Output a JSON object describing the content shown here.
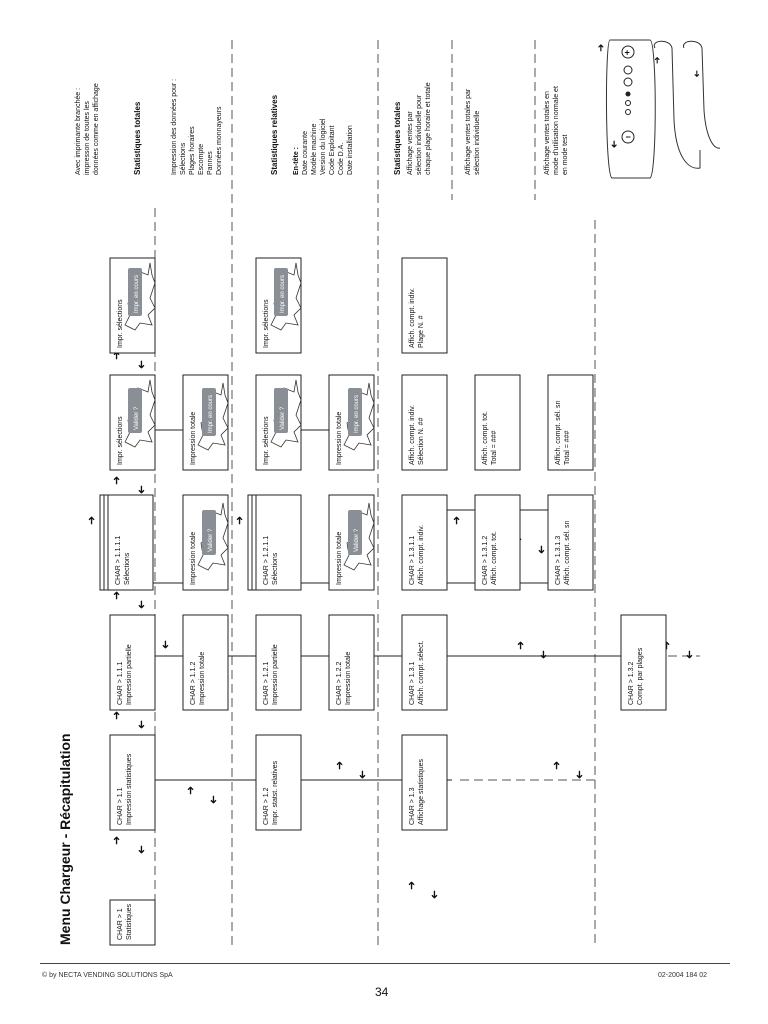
{
  "page": {
    "title": "Menu Chargeur - Récapitulation",
    "copyright": "© by NECTA VENDING SOLUTIONS SpA",
    "doc_ref": "02-2004 184 02",
    "page_number": "34"
  },
  "boxes": {
    "char1": {
      "l1": "CHAR > 1",
      "l2": "Statistiques"
    },
    "char11": {
      "l1": "CHAR > 1.1",
      "l2": "Impression statistiques"
    },
    "char111": {
      "l1": "CHAR > 1.1.1",
      "l2": "Impression partielle"
    },
    "char1111": {
      "l1": "CHAR > 1.1.1.1",
      "l2": "Sélections"
    },
    "char112": {
      "l1": "CHAR > 1.1.2",
      "l2": "Impression totale"
    },
    "char12": {
      "l1": "CHAR > 1.2",
      "l2": "Impr. statst. relatives"
    },
    "char121": {
      "l1": "CHAR > 1.2.1",
      "l2": "Impression partielle"
    },
    "char1211": {
      "l1": "CHAR > 1.2.1.1",
      "l2": "Sélections"
    },
    "char122": {
      "l1": "CHAR > 1.2.2",
      "l2": "Impression totale"
    },
    "char13": {
      "l1": "CHAR > 1.3",
      "l2": "Affichage statistiques"
    },
    "char131": {
      "l1": "CHAR > 1.3.1",
      "l2": "Affich. compt. sélect."
    },
    "char1311": {
      "l1": "CHAR > 1.3.1.1",
      "l2": "Affich. compt. indiv."
    },
    "char1312": {
      "l1": "CHAR > 1.3.1.2",
      "l2": "Affich. compt. tot."
    },
    "char1313": {
      "l1": "CHAR > 1.3.1.3",
      "l2": "Affich. compt. sél. sn"
    },
    "char132": {
      "l1": "CHAR > 1.3.2",
      "l2": "Compt. par plages"
    },
    "imprsel1": {
      "l1": "Impr. sélections"
    },
    "imprsel1b": {
      "l1": "Impr. sélections"
    },
    "imprtot1": {
      "l1": "Impression totale"
    },
    "imprtot1b": {
      "l1": "Impression totale"
    },
    "imprsel2": {
      "l1": "Impr. sélections"
    },
    "imprsel2b": {
      "l1": "Impr. sélections"
    },
    "imprtot2": {
      "l1": "Impression totale"
    },
    "imprtot2b": {
      "l1": "Impression totale"
    },
    "indivsel": {
      "l1": "Affich. compt. indiv.",
      "l2": "Sélection N. ##"
    },
    "indivplage": {
      "l1": "Affich. compt. indiv.",
      "l2": "Plage N. #"
    },
    "tot": {
      "l1": "Affich. compt. tot.",
      "l2": "Total = ###"
    },
    "totsn": {
      "l1": "Affich. compt. sél. sn",
      "l2": "Total = ###"
    }
  },
  "bursts": {
    "valider": "Valider ?",
    "impr_en_cours": "Impr. en cours"
  },
  "notes": {
    "printer": [
      "Avec imprimante branchée :",
      "impresson de toutes les",
      "données comme en affichage"
    ],
    "stats_totales_title": "Statistiques totales",
    "stats_totales_list": [
      "Impression des données pour :",
      "Sélections",
      "Plages horaires",
      "Escompte",
      "Pannes",
      "Données monnayeurs"
    ],
    "stats_relatives_title": "Statistiques relatives",
    "entete_title": "En-tête :",
    "entete_list": [
      "Date courante",
      "Modèle machine",
      "Version du logiciel",
      "Code Exploitant",
      "Code D.A.",
      "Date installation"
    ],
    "stats_totales2_title": "Statistiques totales",
    "stats_totales2_list": [
      "Affichage ventes par",
      "sélection individuelle pour",
      "chaque plage horaire et totale"
    ],
    "affichage_totales": [
      "Affichage ventes totales par",
      "sélection individuelle"
    ],
    "affichage_normale": [
      "Affichage ventes totales en",
      "mode d'utilisation normale et",
      "en mode test"
    ]
  }
}
